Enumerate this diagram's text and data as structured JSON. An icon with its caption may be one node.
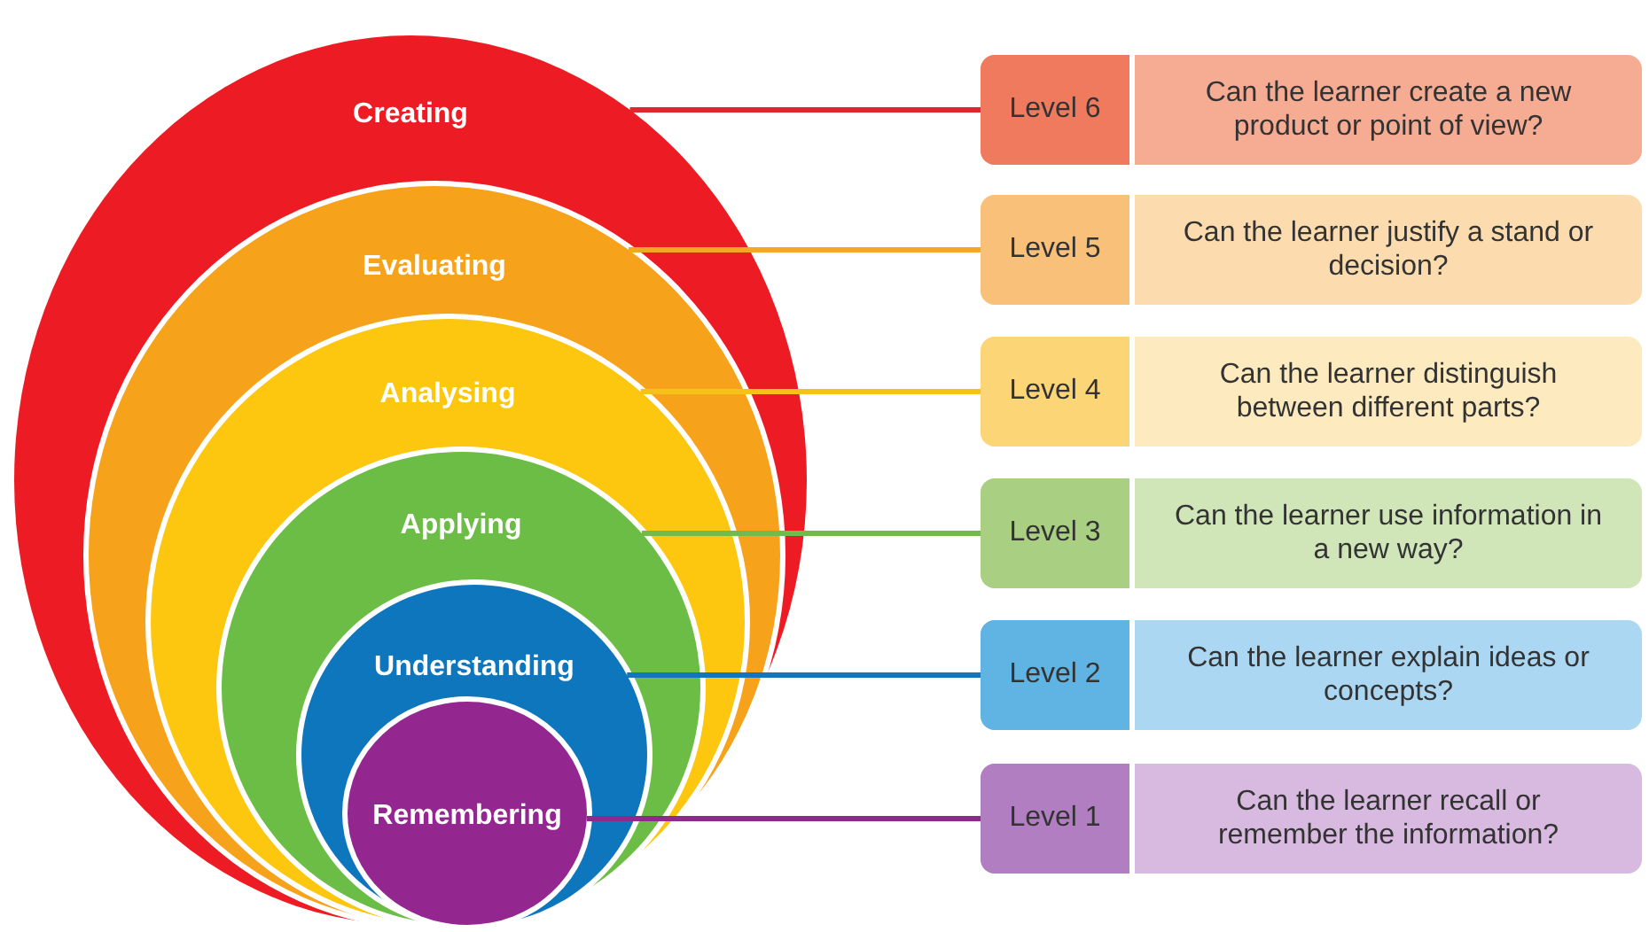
{
  "diagram": {
    "nodes": [
      {
        "text": [
          "Creating"
        ]
      },
      {
        "text": [
          "Evaluating"
        ],
        "in": 0
      },
      {
        "text": [
          "Analysing"
        ],
        "in": 1
      },
      {
        "text": [
          "Applying"
        ],
        "in": 2
      },
      {
        "text": [
          "Understanding"
        ],
        "in": 3
      },
      {
        "text": [
          "Remembering"
        ],
        "in": 4
      },
      {
        "text": [
          "Level 6",
          "Can the learner create a new product or point of view?"
        ]
      },
      {
        "text": [
          "Level 5",
          "Can the learner justify a stand or decision?"
        ]
      },
      {
        "text": [
          "Level 4",
          "Can the learner distinguish between different parts?"
        ]
      },
      {
        "text": [
          "Level 3",
          "Can the learner use information in a new way?"
        ]
      },
      {
        "text": [
          "Level 2",
          "Can the learner explain ideas or concepts?"
        ]
      },
      {
        "text": [
          "Level 1",
          "Can the learner recall or remember the information?"
        ]
      }
    ],
    "edges": [
      {
        "from": 0,
        "to": 6,
        "arrow": "none",
        "color": "#e0262e"
      },
      {
        "from": 1,
        "to": 7,
        "arrow": "none",
        "color": "#f5a623"
      },
      {
        "from": 2,
        "to": 8,
        "arrow": "none",
        "color": "#f6c218"
      },
      {
        "from": 3,
        "to": 9,
        "arrow": "none",
        "color": "#72bb4a"
      },
      {
        "from": 4,
        "to": 10,
        "arrow": "none",
        "color": "#1276b8"
      },
      {
        "from": 5,
        "to": 11,
        "arrow": "none",
        "color": "#8e2a8c"
      }
    ]
  }
}
